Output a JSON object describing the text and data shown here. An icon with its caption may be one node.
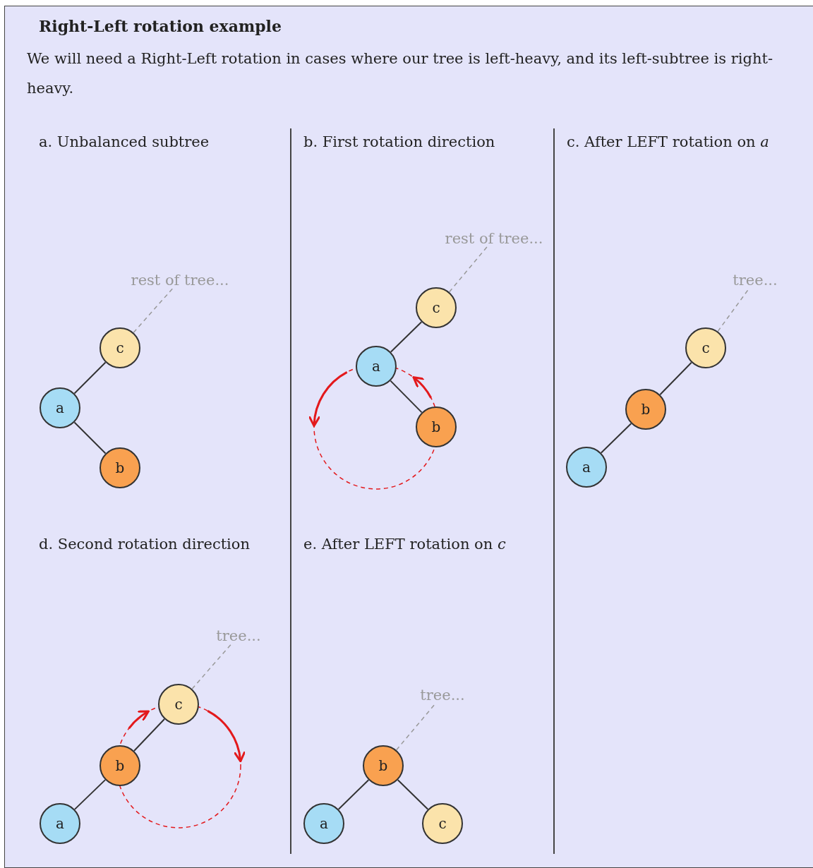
{
  "diagram": {
    "title": "Right-Left rotation example",
    "nodes": [
      {
        "text": [
          "rest of tree..."
        ]
      },
      {
        "text": [
          "c"
        ]
      },
      {
        "text": [
          "a"
        ]
      },
      {
        "text": [
          "b"
        ]
      },
      {
        "text": [
          "rest of tree..."
        ]
      },
      {
        "text": [
          "c"
        ]
      },
      {
        "text": [
          "a"
        ]
      },
      {
        "text": [
          "b"
        ]
      },
      {
        "text": [
          "tree..."
        ]
      },
      {
        "text": [
          "c"
        ]
      },
      {
        "text": [
          "b"
        ]
      },
      {
        "text": [
          "a"
        ]
      },
      {
        "text": [
          "tree..."
        ]
      },
      {
        "text": [
          "c"
        ]
      },
      {
        "text": [
          "b"
        ]
      },
      {
        "text": [
          "a"
        ]
      },
      {
        "text": [
          "tree..."
        ]
      },
      {
        "text": [
          "b"
        ]
      },
      {
        "text": [
          "a"
        ]
      },
      {
        "text": [
          "c"
        ]
      }
    ],
    "edges": [
      {
        "from": 1,
        "to": 0,
        "arrow": "none",
        "style": "dashed",
        "color": "#999999"
      },
      {
        "from": 1,
        "to": 2,
        "arrow": "none"
      },
      {
        "from": 2,
        "to": 3,
        "arrow": "none"
      },
      {
        "from": 5,
        "to": 4,
        "arrow": "none",
        "style": "dashed",
        "color": "#999999"
      },
      {
        "from": 5,
        "to": 6,
        "arrow": "none"
      },
      {
        "from": 6,
        "to": 7,
        "arrow": "none"
      },
      {
        "from": 9,
        "to": 8,
        "arrow": "none",
        "style": "dashed",
        "color": "#999999"
      },
      {
        "from": 9,
        "to": 10,
        "arrow": "none"
      },
      {
        "from": 10,
        "to": 11,
        "arrow": "none"
      },
      {
        "from": 13,
        "to": 12,
        "arrow": "none",
        "style": "dashed",
        "color": "#999999"
      },
      {
        "from": 13,
        "to": 14,
        "arrow": "none"
      },
      {
        "from": 14,
        "to": 15,
        "arrow": "none"
      },
      {
        "from": 17,
        "to": 16,
        "arrow": "none",
        "style": "dashed",
        "color": "#999999"
      },
      {
        "from": 17,
        "to": 18,
        "arrow": "none"
      },
      {
        "from": 17,
        "to": 19,
        "arrow": "none"
      }
    ],
    "labels": [
      "We will need a Right-Left rotation in cases where our tree is left-heavy, and its left-subtree is right-heavy.",
      "a. Unbalanced subtree",
      "b. First rotation direction",
      "c. After LEFT rotation on *a*",
      "d. Second rotation direction",
      "e. After LEFT rotation on *c*"
    ]
  }
}
